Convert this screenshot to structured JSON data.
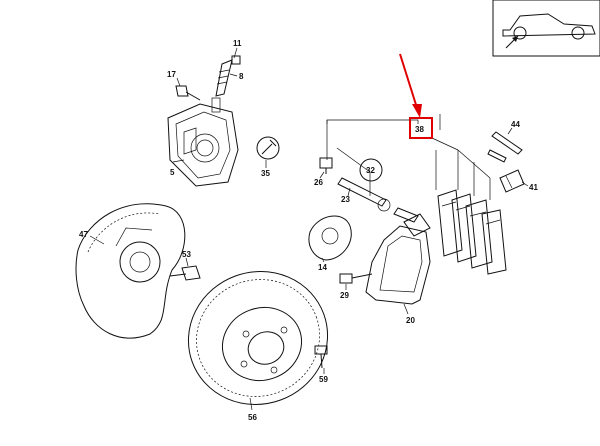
{
  "diagram": {
    "part_labels": {
      "p11": "11",
      "p8": "8",
      "p17": "17",
      "p5": "5",
      "p35": "35",
      "p47": "47",
      "p53": "53",
      "p56": "56",
      "p59": "59",
      "p38": "38",
      "p32": "32",
      "p26": "26",
      "p23": "23",
      "p14": "14",
      "p29": "29",
      "p20": "20",
      "p44": "44",
      "p41": "41"
    },
    "highlight": {
      "part": "38",
      "color": "#e00000"
    },
    "inset": {
      "icon": "car-with-wheel-pointer-icon"
    }
  }
}
